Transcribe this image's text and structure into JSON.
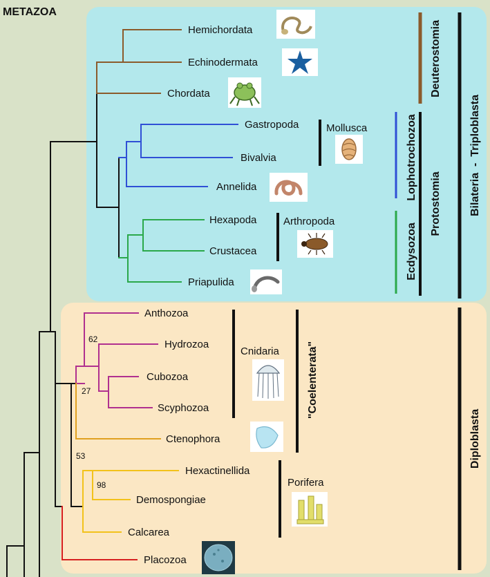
{
  "title": "METAZOA",
  "taxa": {
    "hemichordata": "Hemichordata",
    "echinodermata": "Echinodermata",
    "chordata": "Chordata",
    "gastropoda": "Gastropoda",
    "bivalvia": "Bivalvia",
    "annelida": "Annelida",
    "hexapoda": "Hexapoda",
    "crustacea": "Crustacea",
    "priapulida": "Priapulida",
    "anthozoa": "Anthozoa",
    "hydrozoa": "Hydrozoa",
    "cubozoa": "Cubozoa",
    "scyphozoa": "Scyphozoa",
    "ctenophora": "Ctenophora",
    "hexactinellida": "Hexactinellida",
    "demospongiae": "Demospongiae",
    "calcarea": "Calcarea",
    "placozoa": "Placozoa"
  },
  "groups": {
    "mollusca": "Mollusca",
    "arthropoda": "Arthropoda",
    "cnidaria": "Cnidaria",
    "porifera": "Porifera",
    "coelenterata": "\"Coelenterata\"",
    "deuterostomia": "Deuterostomia",
    "lophotrochozoa": "Lophotrochozoa",
    "ecdysozoa": "Ecdysozoa",
    "protostomia": "Protostomia",
    "bilateria_triploblasta": "Bilateria  -  Triploblasta",
    "diploblasta": "Diploblasta"
  },
  "support_values": {
    "hydrozoa_node": "62",
    "cnidaria_node": "27",
    "diploblast_node": "53",
    "sponge_node": "98"
  },
  "colors": {
    "page_bg": "#d9e2c8",
    "bilateria_panel": "#b3e8ec",
    "diploblasta_panel": "#fbe7c4",
    "deuterostome_branch": "#8b5a2b",
    "lophotrochozoa_branch": "#2f4fd6",
    "ecdysozoa_branch": "#2aa84a",
    "cnidaria_branch": "#b0308f",
    "ctenophora_branch": "#e0a020",
    "porifera_branch": "#f2c21a",
    "placozoa_branch": "#d62020",
    "root_branch": "#111111"
  },
  "icons": {
    "hemichordata": "acorn-worm-icon",
    "echinodermata": "starfish-icon",
    "chordata": "frog-icon",
    "mollusca": "snail-shell-icon",
    "annelida": "earthworm-icon",
    "arthropoda": "beetle-icon",
    "priapulida": "priapulid-worm-icon",
    "cnidaria": "jellyfish-icon",
    "ctenophora": "comb-jelly-icon",
    "porifera": "sponge-icon",
    "placozoa": "placozoan-icon"
  }
}
